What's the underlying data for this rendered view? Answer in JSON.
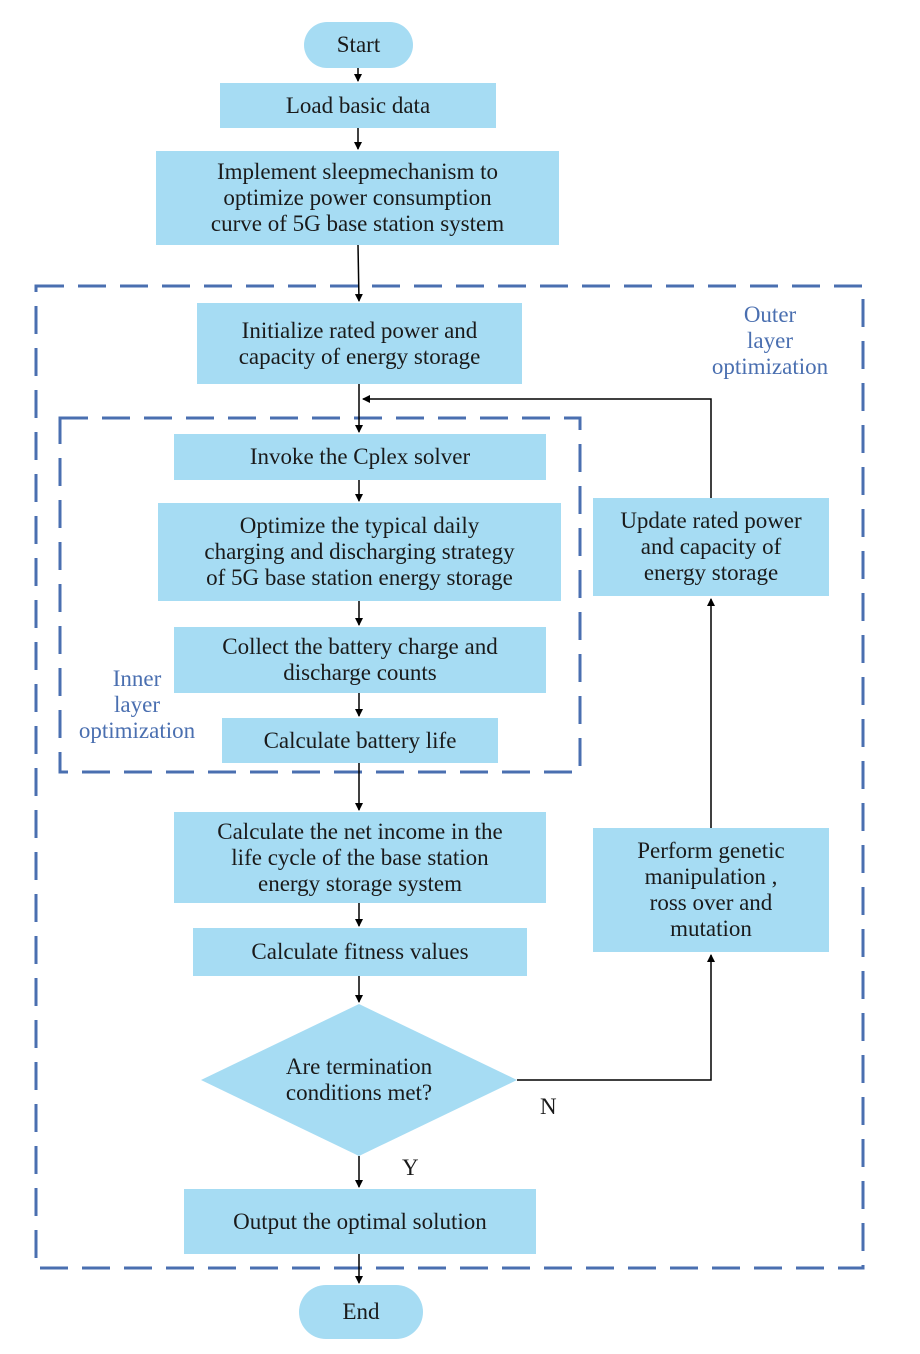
{
  "flowchart": {
    "start": "Start",
    "load_data": "Load basic data",
    "sleep_mechanism": "Implement sleepmechanism to\noptimize power consumption\ncurve of 5G base station system",
    "init_power": "Initialize rated power and\ncapacity of energy storage",
    "invoke_cplex": "Invoke the Cplex solver",
    "optimize_strategy": "Optimize the typical daily\ncharging and discharging strategy\nof 5G base station energy storage",
    "collect_counts": "Collect the battery charge and\ndischarge counts",
    "battery_life": "Calculate battery life",
    "net_income": "Calculate the  net income in the\nlife cycle of the base station\nenergy storage system",
    "fitness": "Calculate fitness values",
    "termination": "Are termination\nconditions met?",
    "output": "Output the optimal solution",
    "end": "End",
    "update_power": "Update rated power\nand capacity of\nenergy storage",
    "genetic": "Perform genetic\nmanipulation ,\nross over and\nmutation",
    "outer_label": "Outer\nlayer\noptimization",
    "inner_label": "Inner\nlayer\noptimization",
    "no_label": "N",
    "yes_label": "Y"
  },
  "colors": {
    "box_fill": "#a6dcf3",
    "dash_border": "#4a6fb0",
    "label_text": "#4a6fb0",
    "arrow": "#000000"
  }
}
